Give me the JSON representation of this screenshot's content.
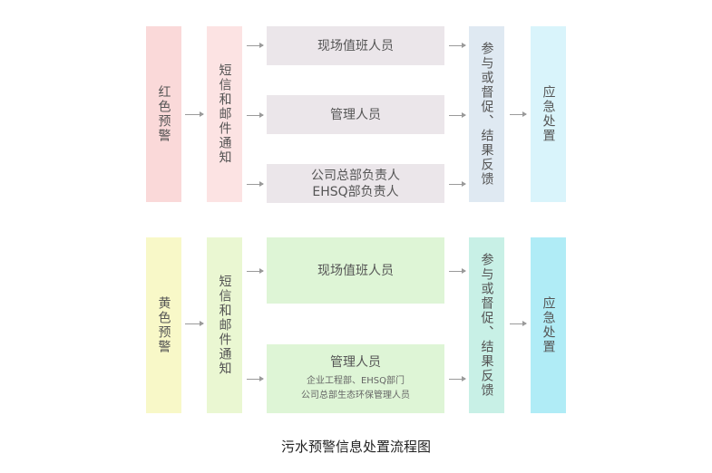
{
  "red_flow": {
    "alert": "红色预警",
    "notify": "短信和邮件通知",
    "recipients": {
      "duty": "现场值班人员",
      "manager": "管理人员",
      "head_line1": "公司总部负责人",
      "head_line2": "EHSQ部负责人"
    },
    "supervise": "参与或督促、结果反馈",
    "handle": "应急处置"
  },
  "yellow_flow": {
    "alert": "黄色预警",
    "notify": "短信和邮件通知",
    "recipients": {
      "duty": "现场值班人员",
      "manager": "管理人员",
      "manager_detail1": "企业工程部、EHSQ部门",
      "manager_detail2": "公司总部生态环保管理人员"
    },
    "supervise": "参与或督促、结果反馈",
    "handle": "应急处置"
  },
  "caption": "污水预警信息处置流程图",
  "colors": {
    "red_alert": "#fad9d9",
    "red_notify": "#fce3e3",
    "red_recipient": "#ebe6ea",
    "red_supervise": "#dfe9f2",
    "red_handle": "#d9f4fb",
    "yellow_alert": "#f8f8c8",
    "yellow_notify": "#eaf7d2",
    "yellow_recipient": "#def5d6",
    "yellow_supervise": "#c8f0e6",
    "yellow_handle": "#b0ecf6"
  }
}
